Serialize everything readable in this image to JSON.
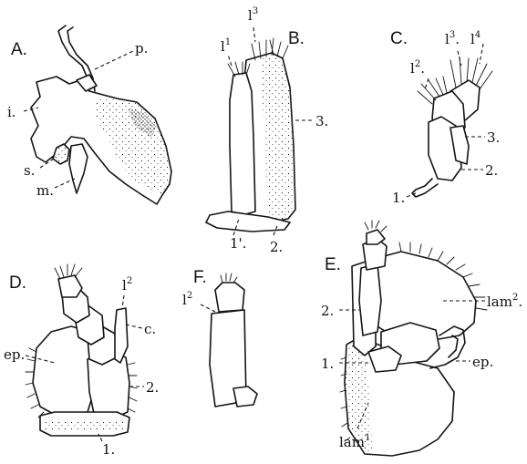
{
  "figure": {
    "panels": [
      {
        "id": "A",
        "letter": "A.",
        "labels": [
          "p.",
          "i.",
          "s.",
          "m."
        ]
      },
      {
        "id": "B",
        "letter": "B.",
        "labels": [
          "l3",
          "l1",
          "3.",
          "1'.",
          "2."
        ]
      },
      {
        "id": "C",
        "letter": "C.",
        "labels": [
          "l3.",
          "l4",
          "l2.",
          "3.",
          "2.",
          "1."
        ]
      },
      {
        "id": "D",
        "letter": "D.",
        "labels": [
          "l2",
          "c.",
          "ep.",
          "2.",
          "1."
        ]
      },
      {
        "id": "F",
        "letter": "F.",
        "labels": [
          "l2"
        ]
      },
      {
        "id": "E",
        "letter": "E.",
        "labels": [
          "lam2.",
          "2.",
          "1.",
          "ep.",
          "lam1."
        ]
      }
    ]
  },
  "text": {
    "A": {
      "letter": "A.",
      "p": "p.",
      "i": "i.",
      "s": "s.",
      "m": "m."
    },
    "B": {
      "letter": "B.",
      "l3_base": "l",
      "l3_sup": "3",
      "l1_base": "l",
      "l1_sup": "1",
      "n3": "3.",
      "n1p": "1'.",
      "n2": "2."
    },
    "C": {
      "letter": "C.",
      "l3_base": "l",
      "l3_sup": "3",
      "l3_dot": ".",
      "l4_base": "l",
      "l4_sup": "4",
      "l2_base": "l",
      "l2_sup": "2",
      "l2_dot": ".",
      "n3": "3.",
      "n2": "2.",
      "n1": "1."
    },
    "D": {
      "letter": "D.",
      "l2_base": "l",
      "l2_sup": "2",
      "c": "c.",
      "ep": "ep.",
      "n2": "2.",
      "n1": "1."
    },
    "F": {
      "letter": "F.",
      "l2_base": "l",
      "l2_sup": "2"
    },
    "E": {
      "letter": "E.",
      "lam2_base": "lam",
      "lam2_sup": "2",
      "lam2_dot": ".",
      "n2": "2.",
      "n1": "1.",
      "ep": "ep.",
      "lam1_base": "lam",
      "lam1_sup": "1"
    }
  }
}
